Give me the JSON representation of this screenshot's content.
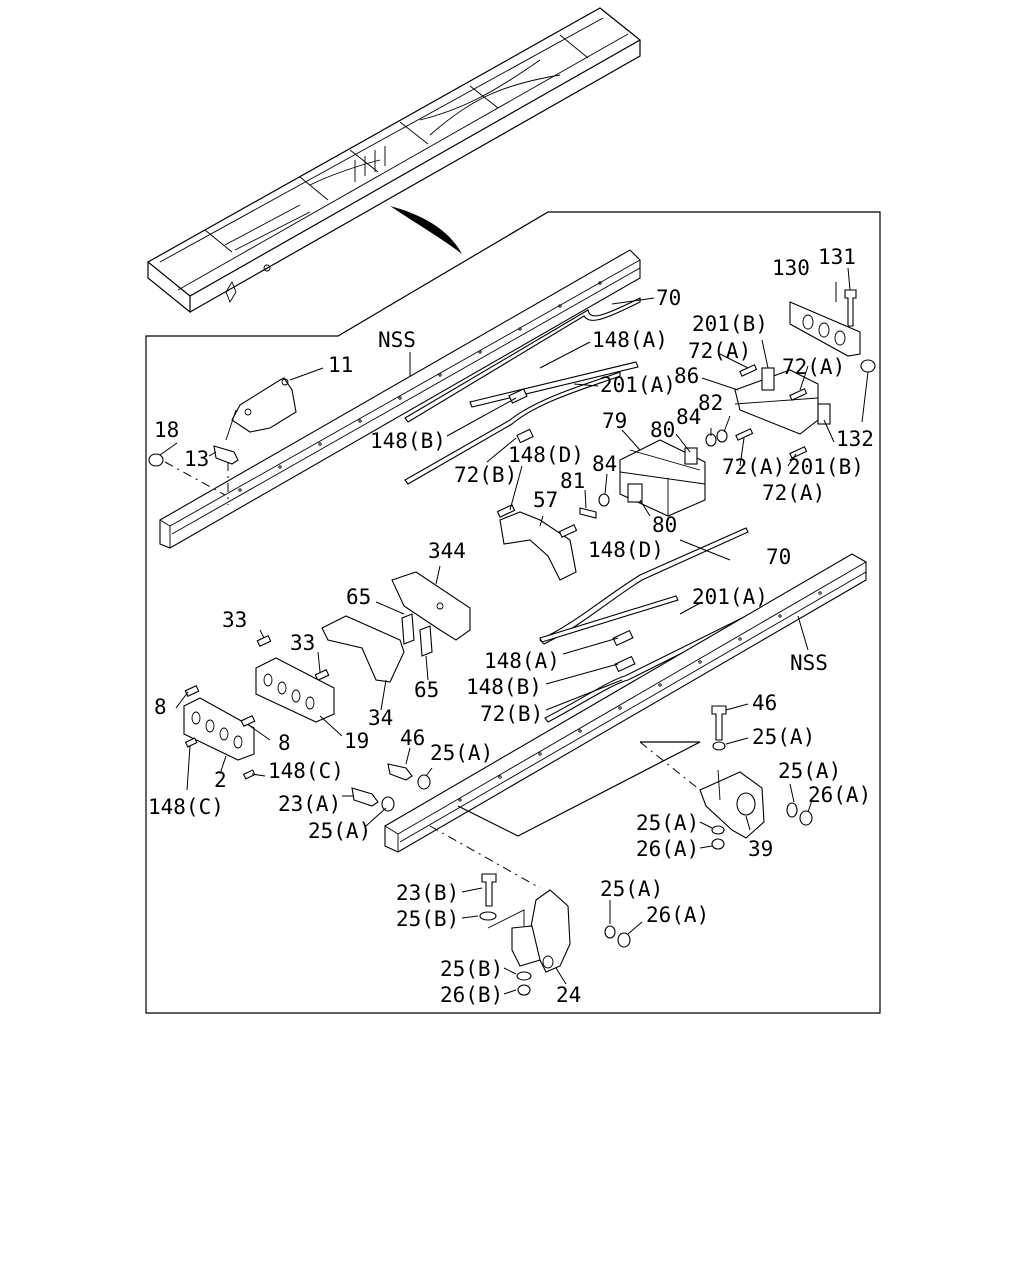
{
  "callouts": {
    "nss_top": "NSS",
    "nss_bottom": "NSS",
    "c70_top": "70",
    "c70_mid": "70",
    "c148a_1": "148(A)",
    "c148a_2": "148(A)",
    "c201a_1": "201(A)",
    "c201a_2": "201(A)",
    "c148b_1": "148(B)",
    "c148b_2": "148(B)",
    "c72b_1": "72(B)",
    "c72b_2": "72(B)",
    "c148d_1": "148(D)",
    "c148d_2": "148(D)",
    "c11": "11",
    "c18": "18",
    "c13": "13",
    "c57": "57",
    "c81": "81",
    "c84_1": "84",
    "c84_2": "84",
    "c79": "79",
    "c80_1": "80",
    "c80_2": "80",
    "c82": "82",
    "c86": "86",
    "c72a_1": "72(A)",
    "c72a_2": "72(A)",
    "c72a_3": "72(A)",
    "c72a_4": "72(A)",
    "c201b_1": "201(B)",
    "c201b_2": "201(B)",
    "c130": "130",
    "c131": "131",
    "c132": "132",
    "c344": "344",
    "c65_1": "65",
    "c65_2": "65",
    "c33_1": "33",
    "c33_2": "33",
    "c34": "34",
    "c19": "19",
    "c8_1": "8",
    "c8_2": "8",
    "c2": "2",
    "c148c_1": "148(C)",
    "c148c_2": "148(C)",
    "c46_1": "46",
    "c46_2": "46",
    "c25a_1": "25(A)",
    "c25a_2": "25(A)",
    "c25a_3": "25(A)",
    "c25a_4": "25(A)",
    "c25a_5": "25(A)",
    "c25a_6": "25(A)",
    "c23a": "23(A)",
    "c26a_1": "26(A)",
    "c26a_2": "26(A)",
    "c26a_3": "26(A)",
    "c39": "39",
    "c23b": "23(B)",
    "c25b_1": "25(B)",
    "c25b_2": "25(B)",
    "c26b": "26(B)",
    "c24": "24"
  }
}
